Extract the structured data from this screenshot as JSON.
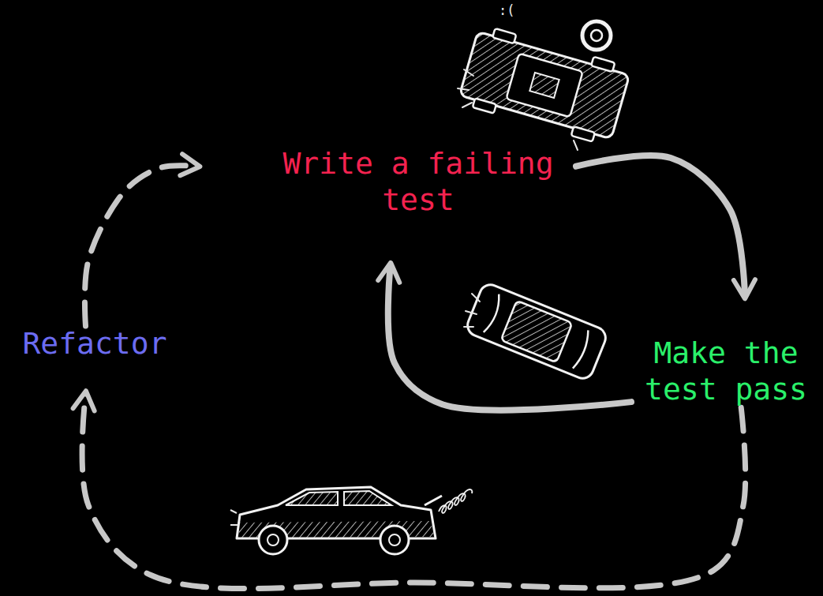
{
  "diagram": {
    "nodes": [
      {
        "text": [
          "Write a failing test"
        ]
      },
      {
        "text": [
          "Make the test pass"
        ]
      },
      {
        "text": [
          "Refactor"
        ]
      }
    ],
    "edges": [
      {
        "from": 0,
        "to": 1,
        "arrow": "to"
      },
      {
        "from": 1,
        "to": 0,
        "arrow": "to"
      },
      {
        "from": 1,
        "to": 2,
        "arrow": "to"
      },
      {
        "from": 2,
        "to": 0,
        "arrow": "to"
      }
    ],
    "labels": [
      ":("
    ]
  }
}
